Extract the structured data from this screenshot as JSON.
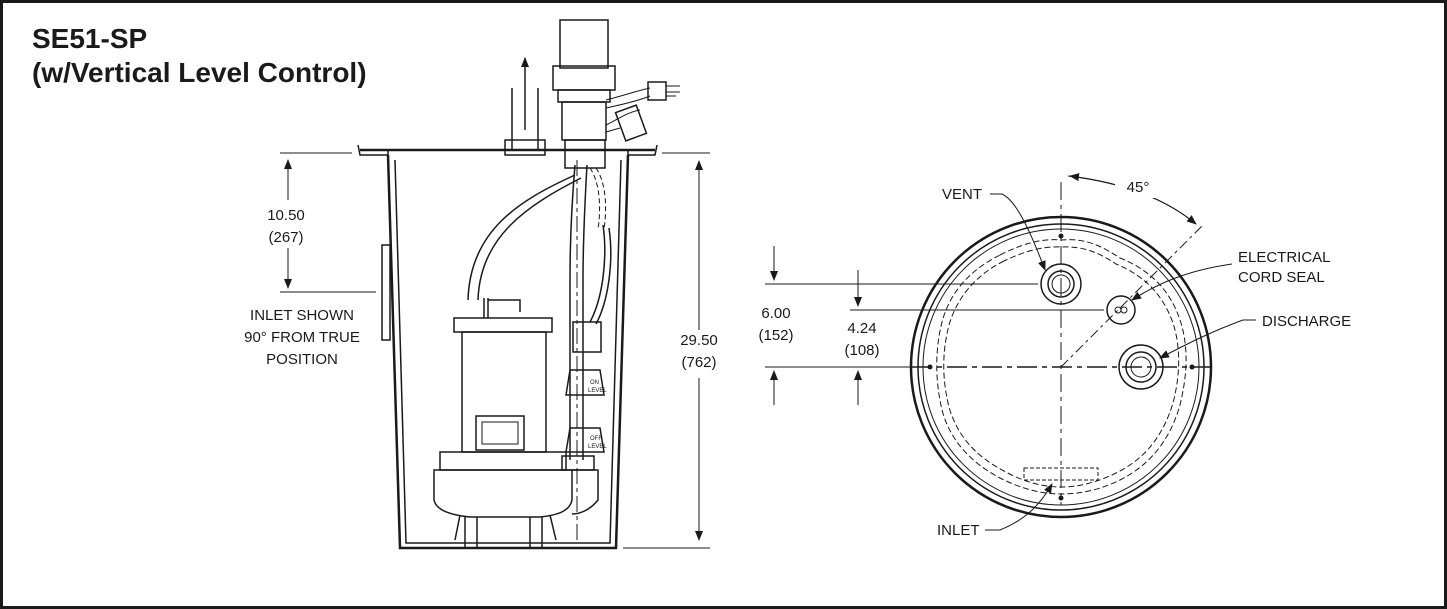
{
  "title": {
    "line1": "SE51-SP",
    "line2": "(w/Vertical Level Control)"
  },
  "side_view": {
    "dim_top": {
      "value": "10.50",
      "metric": "(267)"
    },
    "dim_height": {
      "value": "29.50",
      "metric": "(762)"
    },
    "inlet_note": [
      "INLET SHOWN",
      "90° FROM TRUE",
      "POSITION"
    ],
    "float_on_label": "ON",
    "float_on_sub": "LEVEL",
    "float_off_label": "OFF",
    "float_off_sub": "LEVEL"
  },
  "top_view": {
    "angle": "45°",
    "vent_label": "VENT",
    "cord_seal_label": [
      "ELECTRICAL",
      "CORD SEAL"
    ],
    "discharge_label": "DISCHARGE",
    "inlet_label": "INLET",
    "dim_vent": {
      "value": "6.00",
      "metric": "(152)"
    },
    "dim_cord": {
      "value": "4.24",
      "metric": "(108)"
    }
  }
}
